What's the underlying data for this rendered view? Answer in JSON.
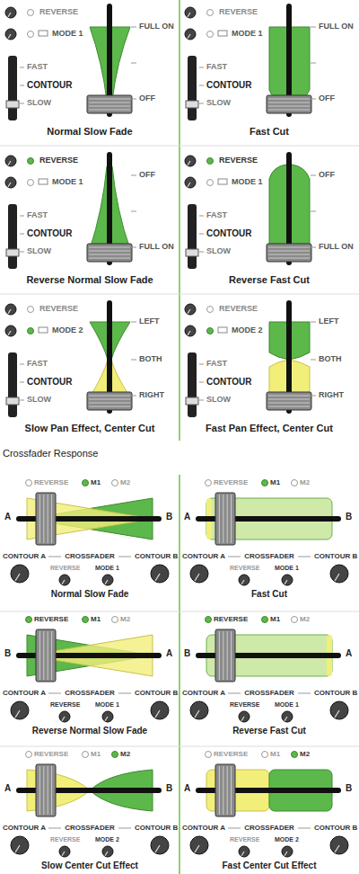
{
  "diagram": {
    "labels": [
      "REVERSE",
      "MODE 1",
      "FAST",
      "CONTOUR",
      "SLOW",
      "FULL ON",
      "OFF",
      "Normal Slow Fade",
      "REVERSE",
      "MODE 1",
      "FAST",
      "CONTOUR",
      "SLOW",
      "FULL ON",
      "OFF",
      "Fast Cut",
      "REVERSE",
      "MODE 1",
      "FAST",
      "CONTOUR",
      "SLOW",
      "OFF",
      "FULL ON",
      "Reverse Normal Slow Fade",
      "REVERSE",
      "MODE 1",
      "FAST",
      "CONTOUR",
      "SLOW",
      "OFF",
      "FULL ON",
      "Reverse Fast Cut",
      "REVERSE",
      "MODE 2",
      "FAST",
      "CONTOUR",
      "SLOW",
      "LEFT",
      "BOTH",
      "RIGHT",
      "Slow Pan Effect, Center Cut",
      "REVERSE",
      "MODE 2",
      "FAST",
      "CONTOUR",
      "SLOW",
      "LEFT",
      "BOTH",
      "RIGHT",
      "Fast Pan Effect, Center Cut",
      "Crossfader Response",
      "REVERSE",
      "M1",
      "M2",
      "A",
      "B",
      "CONTOUR A",
      "CROSSFADER",
      "CONTOUR B",
      "REVERSE",
      "MODE 1",
      "Normal Slow Fade",
      "REVERSE",
      "M1",
      "M2",
      "A",
      "B",
      "CONTOUR A",
      "CROSSFADER",
      "CONTOUR B",
      "REVERSE",
      "MODE 1",
      "Fast Cut",
      "REVERSE",
      "M1",
      "M2",
      "B",
      "A",
      "CONTOUR A",
      "CROSSFADER",
      "CONTOUR B",
      "REVERSE",
      "MODE 1",
      "Reverse Normal Slow Fade",
      "REVERSE",
      "M1",
      "M2",
      "B",
      "A",
      "CONTOUR A",
      "CROSSFADER",
      "CONTOUR B",
      "REVERSE",
      "MODE 1",
      "Reverse Fast Cut",
      "REVERSE",
      "M1",
      "M2",
      "A",
      "B",
      "CONTOUR A",
      "CROSSFADER",
      "CONTOUR B",
      "REVERSE",
      "MODE 2",
      "Slow Center Cut Effect",
      "REVERSE",
      "M1",
      "M2",
      "A",
      "B",
      "CONTOUR A",
      "CROSSFADER",
      "CONTOUR B",
      "REVERSE",
      "MODE 2",
      "Fast Center Cut Effect"
    ]
  }
}
